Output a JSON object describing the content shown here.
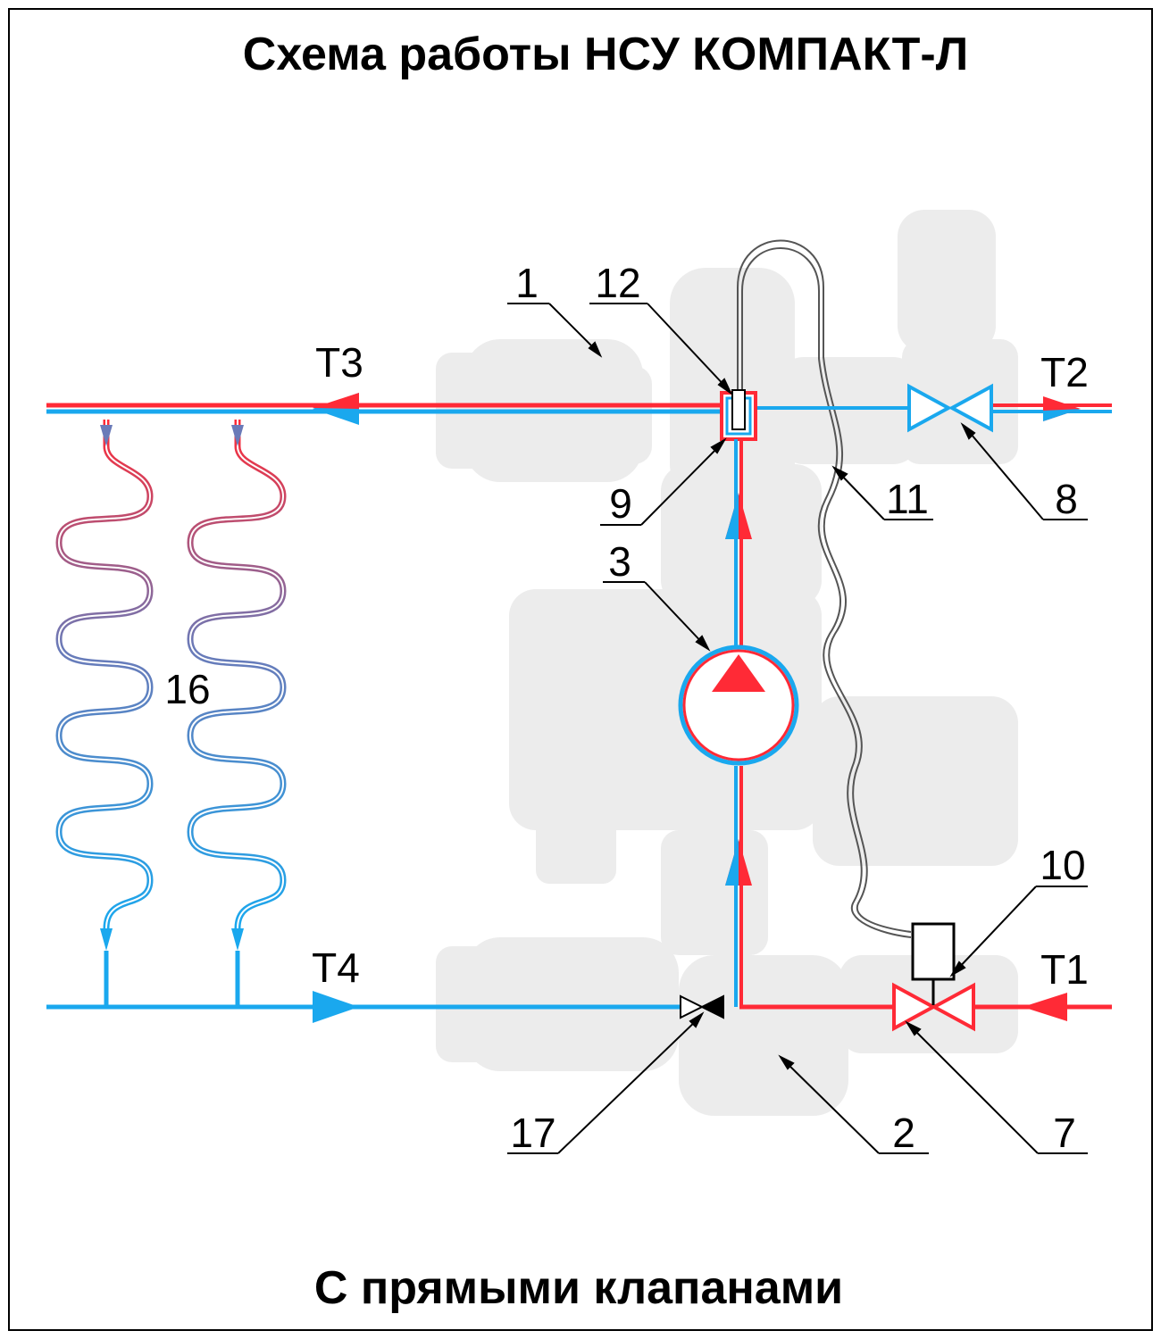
{
  "title": "Схема работы НСУ КОМПАКТ-Л",
  "subtitle": "С прямыми клапанами",
  "ports": {
    "t1": "Т1",
    "t2": "Т2",
    "t3": "Т3",
    "t4": "Т4"
  },
  "callouts": {
    "c1": "1",
    "c2": "2",
    "c3": "3",
    "c7": "7",
    "c8": "8",
    "c9": "9",
    "c10": "10",
    "c11": "11",
    "c12": "12",
    "c16": "16",
    "c17": "17"
  },
  "colors": {
    "hot": "#ff2a36",
    "cold": "#1aa8ee",
    "mixed": "#6a7ab8",
    "silhouette": "#ececec",
    "line": "#000000"
  }
}
